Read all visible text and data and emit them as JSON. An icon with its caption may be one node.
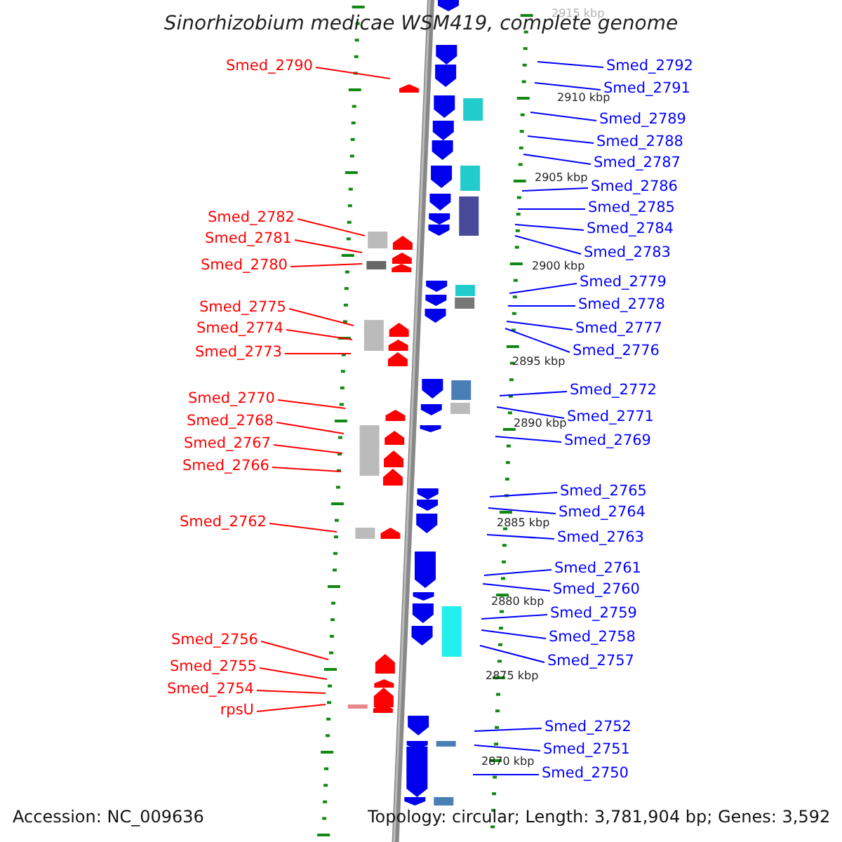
{
  "diagram": {
    "title": "Sinorhizobium medicae WSM419, complete genome",
    "nodes": [
      {
        "text": [
          "Smed_2790"
        ]
      },
      {
        "text": [
          "Smed_2782"
        ]
      },
      {
        "text": [
          "Smed_2781"
        ]
      },
      {
        "text": [
          "Smed_2780"
        ]
      },
      {
        "text": [
          "Smed_2775"
        ]
      },
      {
        "text": [
          "Smed_2774"
        ]
      },
      {
        "text": [
          "Smed_2773"
        ]
      },
      {
        "text": [
          "Smed_2770"
        ]
      },
      {
        "text": [
          "Smed_2768"
        ]
      },
      {
        "text": [
          "Smed_2767"
        ]
      },
      {
        "text": [
          "Smed_2766"
        ]
      },
      {
        "text": [
          "Smed_2762"
        ]
      },
      {
        "text": [
          "Smed_2756"
        ]
      },
      {
        "text": [
          "Smed_2755"
        ]
      },
      {
        "text": [
          "Smed_2754"
        ]
      },
      {
        "text": [
          "rpsU"
        ]
      },
      {
        "text": [
          "Smed_2792"
        ]
      },
      {
        "text": [
          "Smed_2791"
        ]
      },
      {
        "text": [
          "Smed_2789"
        ]
      },
      {
        "text": [
          "Smed_2788"
        ]
      },
      {
        "text": [
          "Smed_2787"
        ]
      },
      {
        "text": [
          "Smed_2786"
        ]
      },
      {
        "text": [
          "Smed_2785"
        ]
      },
      {
        "text": [
          "Smed_2784"
        ]
      },
      {
        "text": [
          "Smed_2783"
        ]
      },
      {
        "text": [
          "Smed_2779"
        ]
      },
      {
        "text": [
          "Smed_2778"
        ]
      },
      {
        "text": [
          "Smed_2777"
        ]
      },
      {
        "text": [
          "Smed_2776"
        ]
      },
      {
        "text": [
          "Smed_2772"
        ]
      },
      {
        "text": [
          "Smed_2771"
        ]
      },
      {
        "text": [
          "Smed_2769"
        ]
      },
      {
        "text": [
          "Smed_2765"
        ]
      },
      {
        "text": [
          "Smed_2764"
        ]
      },
      {
        "text": [
          "Smed_2763"
        ]
      },
      {
        "text": [
          "Smed_2761"
        ]
      },
      {
        "text": [
          "Smed_2760"
        ]
      },
      {
        "text": [
          "Smed_2759"
        ]
      },
      {
        "text": [
          "Smed_2758"
        ]
      },
      {
        "text": [
          "Smed_2757"
        ]
      },
      {
        "text": [
          "Smed_2752"
        ]
      },
      {
        "text": [
          "Smed_2751"
        ]
      },
      {
        "text": [
          "Smed_2750"
        ]
      }
    ],
    "edges": [
      {
        "from": 0,
        "to": null,
        "arrow": "none",
        "color": "#ff0000"
      },
      {
        "from": 1,
        "to": null,
        "arrow": "none",
        "color": "#ff0000"
      },
      {
        "from": 2,
        "to": null,
        "arrow": "none",
        "color": "#ff0000"
      },
      {
        "from": 3,
        "to": null,
        "arrow": "none",
        "color": "#ff0000"
      },
      {
        "from": 4,
        "to": null,
        "arrow": "none",
        "color": "#ff0000"
      },
      {
        "from": 5,
        "to": null,
        "arrow": "none",
        "color": "#ff0000"
      },
      {
        "from": 6,
        "to": null,
        "arrow": "none",
        "color": "#ff0000"
      },
      {
        "from": 7,
        "to": null,
        "arrow": "none",
        "color": "#ff0000"
      },
      {
        "from": 8,
        "to": null,
        "arrow": "none",
        "color": "#ff0000"
      },
      {
        "from": 9,
        "to": null,
        "arrow": "none",
        "color": "#ff0000"
      },
      {
        "from": 10,
        "to": null,
        "arrow": "none",
        "color": "#ff0000"
      },
      {
        "from": 11,
        "to": null,
        "arrow": "none",
        "color": "#ff0000"
      },
      {
        "from": 12,
        "to": null,
        "arrow": "none",
        "color": "#ff0000"
      },
      {
        "from": 13,
        "to": null,
        "arrow": "none",
        "color": "#ff0000"
      },
      {
        "from": 14,
        "to": null,
        "arrow": "none",
        "color": "#ff0000"
      },
      {
        "from": 15,
        "to": null,
        "arrow": "none",
        "color": "#ff0000"
      },
      {
        "from": 16,
        "to": null,
        "arrow": "none"
      },
      {
        "from": 17,
        "to": null,
        "arrow": "none"
      },
      {
        "from": 18,
        "to": null,
        "arrow": "none"
      },
      {
        "from": 19,
        "to": null,
        "arrow": "none"
      },
      {
        "from": 20,
        "to": null,
        "arrow": "none"
      },
      {
        "from": 21,
        "to": null,
        "arrow": "none"
      },
      {
        "from": 22,
        "to": null,
        "arrow": "none"
      },
      {
        "from": 23,
        "to": null,
        "arrow": "none"
      },
      {
        "from": 24,
        "to": null,
        "arrow": "none"
      },
      {
        "from": 25,
        "to": null,
        "arrow": "none"
      },
      {
        "from": 26,
        "to": null,
        "arrow": "none"
      },
      {
        "from": 27,
        "to": null,
        "arrow": "none"
      },
      {
        "from": 28,
        "to": null,
        "arrow": "none"
      },
      {
        "from": 29,
        "to": null,
        "arrow": "none"
      },
      {
        "from": 30,
        "to": null,
        "arrow": "none"
      },
      {
        "from": 31,
        "to": null,
        "arrow": "none"
      },
      {
        "from": 32,
        "to": null,
        "arrow": "none"
      },
      {
        "from": 33,
        "to": null,
        "arrow": "none"
      },
      {
        "from": 34,
        "to": null,
        "arrow": "none"
      },
      {
        "from": 35,
        "to": null,
        "arrow": "none"
      },
      {
        "from": 36,
        "to": null,
        "arrow": "none"
      },
      {
        "from": 37,
        "to": null,
        "arrow": "none"
      },
      {
        "from": 38,
        "to": null,
        "arrow": "none"
      },
      {
        "from": 39,
        "to": null,
        "arrow": "none"
      },
      {
        "from": 40,
        "to": null,
        "arrow": "none"
      },
      {
        "from": 41,
        "to": null,
        "arrow": "none"
      },
      {
        "from": 42,
        "to": null,
        "arrow": "none"
      }
    ],
    "labels": [
      "2915 kbp",
      "2910 kbp",
      "2905 kbp",
      "2900 kbp",
      "2895 kbp",
      "2890 kbp",
      "2885 kbp",
      "2880 kbp",
      "2875 kbp",
      "2870 kbp",
      "Accession: NC_009636",
      "Topology: circular; Length: 3,781,904 bp; Genes: 3,592"
    ]
  }
}
